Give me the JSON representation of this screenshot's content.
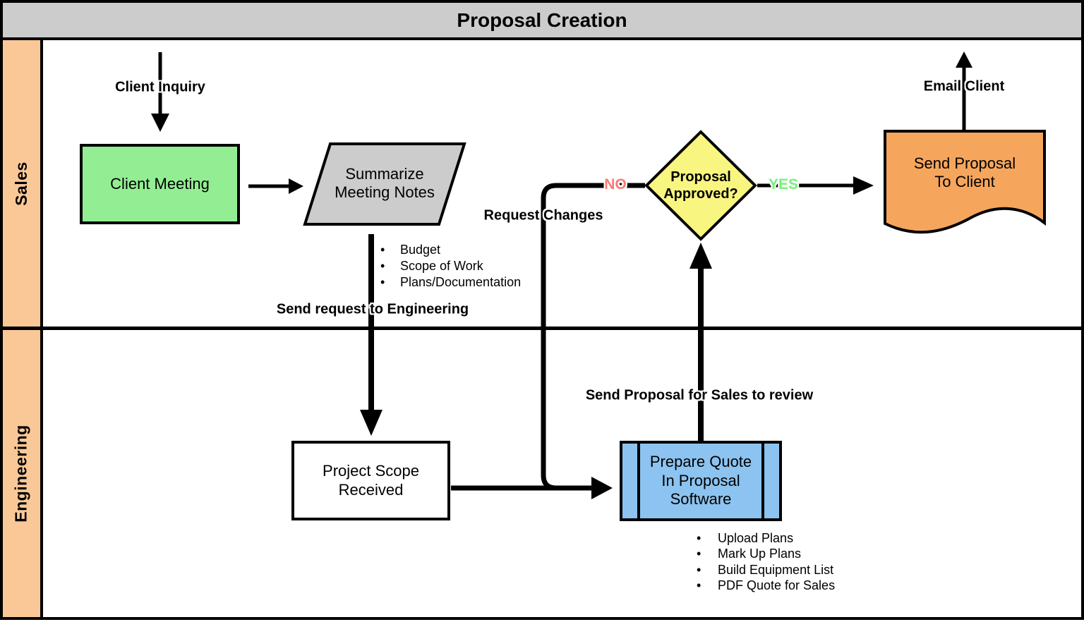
{
  "title": "Proposal Creation",
  "lanes": {
    "sales_label": "Sales",
    "engineering_label": "Engineering"
  },
  "sales": {
    "client_inquiry_label": "Client Inquiry",
    "client_meeting_label": "Client Meeting",
    "summarize_label": "Summarize\nMeeting Notes",
    "meeting_bullets": [
      "Budget",
      "Scope of Work",
      "Plans/Documentation"
    ],
    "send_request_label": "Send request to Engineering",
    "request_changes_label": "Request Changes",
    "decision_label": "Proposal\nApproved?",
    "no_label": "NO",
    "yes_label": "YES",
    "send_proposal_label": "Send Proposal\nTo Client",
    "email_client_label": "Email Client"
  },
  "engineering": {
    "project_scope_label": "Project Scope\nReceived",
    "prepare_quote_label": "Prepare Quote\nIn Proposal\nSoftware",
    "quote_bullets": [
      "Upload Plans",
      "Mark Up Plans",
      "Build Equipment List",
      "PDF Quote for Sales"
    ],
    "send_review_label": "Send Proposal for Sales to review"
  },
  "colors": {
    "title_bar_bg": "#CCCCCC",
    "lane_strip_bg": "#FAC896",
    "client_meeting_fill": "#93EE93",
    "summarize_fill": "#CCCCCC",
    "decision_fill": "#F8F680",
    "document_fill": "#F5A65C",
    "prepare_quote_fill": "#8CC3F0",
    "no_text": "#FA7A75",
    "yes_text": "#76F278"
  }
}
